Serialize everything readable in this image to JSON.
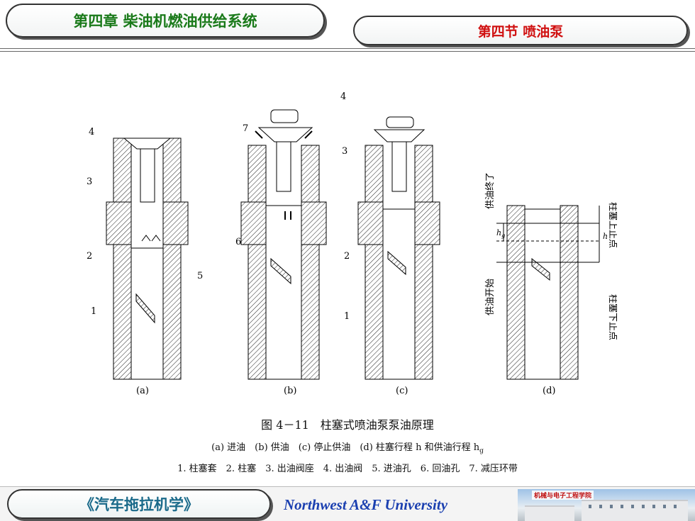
{
  "header": {
    "chapter_title": "第四章 柴油机燃油供给系统",
    "section_title": "第四节 喷油泵"
  },
  "figure": {
    "callouts": [
      "1",
      "2",
      "3",
      "4",
      "5",
      "6",
      "7"
    ],
    "panel_labels": [
      "(a)",
      "(b)",
      "(c)",
      "(d)"
    ],
    "vertical_labels": {
      "supply_end": "供油终了",
      "supply_start": "供油开始",
      "plunger_top": "柱塞上止点",
      "plunger_bottom": "柱塞下止点"
    },
    "dim_labels": {
      "hg": "h",
      "hg_sub": "g",
      "h": "h"
    }
  },
  "caption": {
    "title": "图 4－11　柱塞式喷油泵泵油原理",
    "subtitle": "(a) 进油　(b) 供油　(c) 停止供油　(d) 柱塞行程 h 和供油行程 h",
    "subtitle_sub": "g",
    "legend": "1. 柱塞套　2. 柱塞　3. 出油阀座　4. 出油阀　5. 进油孔　6. 回油孔　7. 减压环带"
  },
  "footer": {
    "book_title": "《汽车拖拉机学》",
    "university": "Northwest  A&F  University",
    "college": "机械与电子工程学院"
  },
  "colors": {
    "chapter_green": "#1a7a1a",
    "section_red": "#d01010",
    "book_blue": "#1a6a8a",
    "university_blue": "#1a3fb0"
  }
}
